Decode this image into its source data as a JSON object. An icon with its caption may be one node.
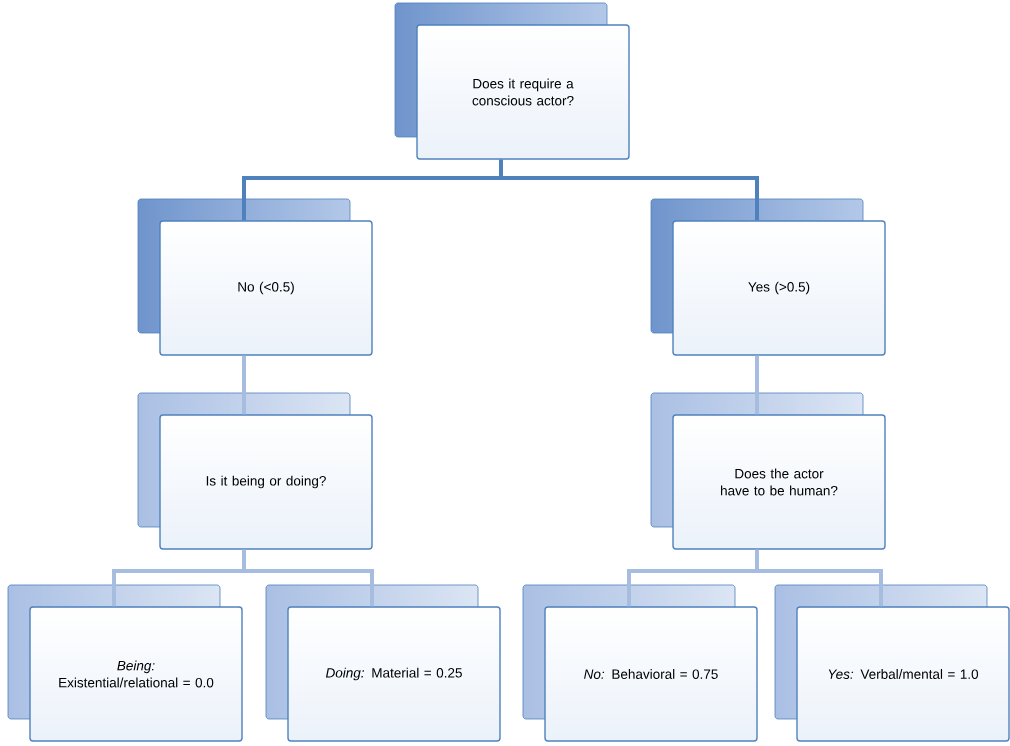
{
  "diagram": {
    "nodes": [
      {
        "text": [
          "Does it require a conscious actor?"
        ]
      },
      {
        "text": [
          "No (<0.5)"
        ]
      },
      {
        "text": [
          "Yes (>0.5)"
        ]
      },
      {
        "text": [
          "Is it being or doing?"
        ]
      },
      {
        "text": [
          "Does the actor have to be human?"
        ]
      },
      {
        "text": [
          "*Being:* Existential/relational = 0.0"
        ]
      },
      {
        "text": [
          "*Doing:* Material = 0.25"
        ]
      },
      {
        "text": [
          "*No:* Behavioral = 0.75"
        ]
      },
      {
        "text": [
          "*Yes:* Verbal/mental = 1.0"
        ]
      }
    ],
    "edges": [
      {
        "from": 0,
        "to": 1,
        "arrow": "none",
        "color": "#4f81bd"
      },
      {
        "from": 0,
        "to": 2,
        "arrow": "none",
        "color": "#4f81bd"
      },
      {
        "from": 1,
        "to": 3,
        "arrow": "none"
      },
      {
        "from": 2,
        "to": 4,
        "arrow": "none"
      },
      {
        "from": 3,
        "to": 5,
        "arrow": "none"
      },
      {
        "from": 3,
        "to": 6,
        "arrow": "none"
      },
      {
        "from": 4,
        "to": 7,
        "arrow": "none"
      },
      {
        "from": 4,
        "to": 8,
        "arrow": "none"
      }
    ]
  }
}
